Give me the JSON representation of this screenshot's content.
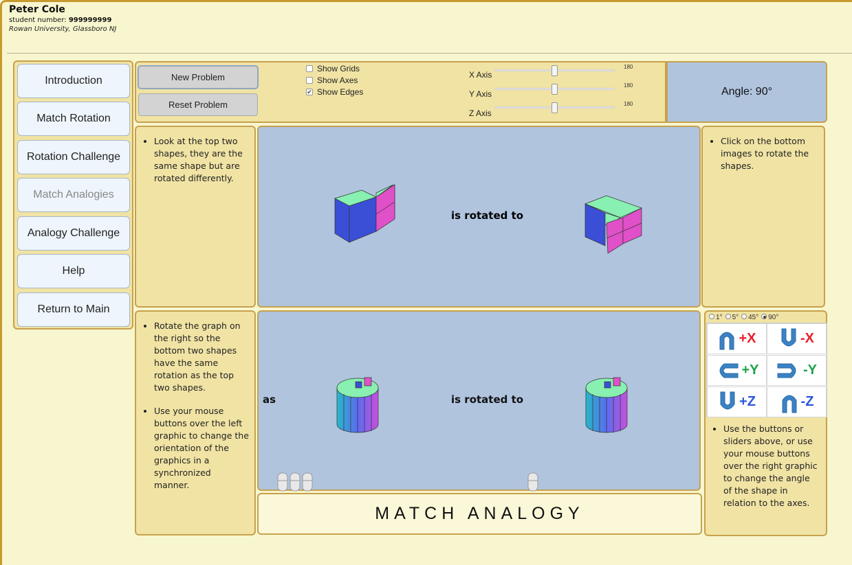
{
  "student": {
    "name": "Peter Cole",
    "number_label": "student number: ",
    "number_value": "999999999",
    "university": "Rowan University, Glassboro NJ"
  },
  "nav": {
    "items": [
      {
        "label": "Introduction"
      },
      {
        "label": "Match Rotation"
      },
      {
        "label": "Rotation Challenge"
      },
      {
        "label": "Match Analogies"
      },
      {
        "label": "Analogy Challenge"
      },
      {
        "label": "Help"
      },
      {
        "label": "Return to Main"
      }
    ]
  },
  "controls": {
    "new_problem": "New Problem",
    "reset_problem": "Reset Problem",
    "checkboxes": [
      {
        "label": "Show Grids",
        "checked": false
      },
      {
        "label": "Show Axes",
        "checked": false
      },
      {
        "label": "Show Edges",
        "checked": true
      }
    ],
    "sliders": [
      {
        "label": "X Axis",
        "max": "180",
        "value": 90
      },
      {
        "label": "Y Axis",
        "max": "180",
        "value": 90
      },
      {
        "label": "Z Axis",
        "max": "180",
        "value": 90
      }
    ]
  },
  "angle": {
    "text": "Angle: 90°"
  },
  "notes": {
    "left_top": "Look at the top two shapes, they are the same shape but are rotated differently.",
    "left_bottom_1": "Rotate the graph on the right so the bottom two shapes have the same rotation as the top two shapes.",
    "left_bottom_2": "Use your mouse buttons over the left graphic to change the orientation of the graphics in a synchronized manner.",
    "right_top": "Click on the bottom images to rotate the shapes.",
    "right_bottom": "Use the buttons or sliders above, or use your mouse buttons over the right graphic to change the angle of the shape in relation to the axes."
  },
  "views": {
    "top_label": "is rotated to",
    "bottom_as": "as",
    "bottom_label": "is rotated to"
  },
  "title": "MATCH ANALOGY",
  "steps": [
    {
      "label": "1°",
      "selected": false
    },
    {
      "label": "5°",
      "selected": false
    },
    {
      "label": "45°",
      "selected": false
    },
    {
      "label": "90°",
      "selected": true
    }
  ],
  "rotation_buttons": [
    {
      "label": "+X",
      "color": "#e8202a"
    },
    {
      "label": "-X",
      "color": "#e8202a"
    },
    {
      "label": "+Y",
      "color": "#1ea34a"
    },
    {
      "label": "-Y",
      "color": "#1ea34a"
    },
    {
      "label": "+Z",
      "color": "#2d55d8"
    },
    {
      "label": "-Z",
      "color": "#2d55d8"
    }
  ],
  "colors": {
    "background": "#f8f6cf",
    "panel": "#f0e3a4",
    "view": "#b0c4de",
    "shape_blue": "#3a4fd6",
    "shape_pink": "#e050c8",
    "shape_green": "#88f0b0"
  }
}
